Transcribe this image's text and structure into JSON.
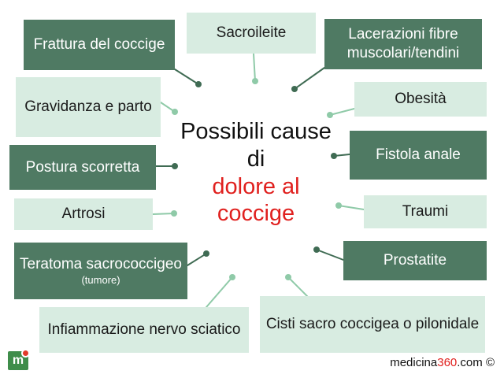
{
  "center": {
    "line1": "Possibili cause",
    "line2": "di",
    "line3": "dolore al",
    "line4": "coccige"
  },
  "causes": {
    "frattura": "Frattura del coccige",
    "sacroileite": "Sacroileite",
    "lacerazioni": "Lacerazioni fibre muscolari/tendini",
    "gravidanza": "Gravidanza e parto",
    "obesita": "Obesità",
    "postura": "Postura scorretta",
    "fistola": "Fistola anale",
    "artrosi": "Artrosi",
    "traumi": "Traumi",
    "teratoma": "Teratoma sacrococcigeo",
    "teratoma_note": "(tumore)",
    "prostatite": "Prostatite",
    "infiammazione": "Infiammazione nervo sciatico",
    "cisti": "Cisti sacro coccigea o pilonidale"
  },
  "colors": {
    "dark_box": "#4f7a63",
    "light_box": "#d8ece1",
    "highlight": "#e0201e",
    "dark_connector": "#3f6b53",
    "light_connector": "#8fcaa8"
  },
  "logo": {
    "letter": "m"
  },
  "footer": {
    "brand_a": "medicina",
    "brand_num": "360",
    "brand_b": ".com ©"
  }
}
